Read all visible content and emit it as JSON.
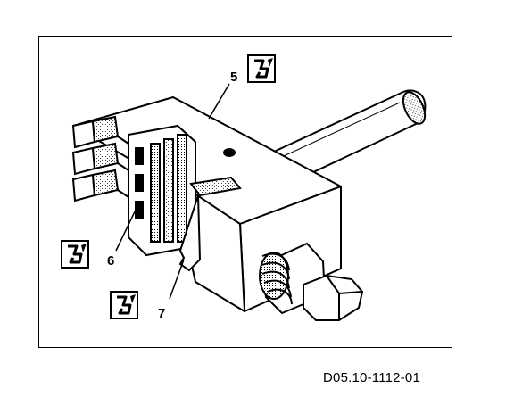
{
  "figure": {
    "code": "D05.10-1112-01",
    "callouts": [
      {
        "label": "5",
        "icon": "tool-symbol-icon"
      },
      {
        "label": "6",
        "icon": "tool-symbol-icon"
      },
      {
        "label": "7",
        "icon": "tool-symbol-icon"
      }
    ],
    "colors": {
      "line": "#000000",
      "fill": "#ffffff",
      "shade": "#d9d9d9"
    }
  }
}
